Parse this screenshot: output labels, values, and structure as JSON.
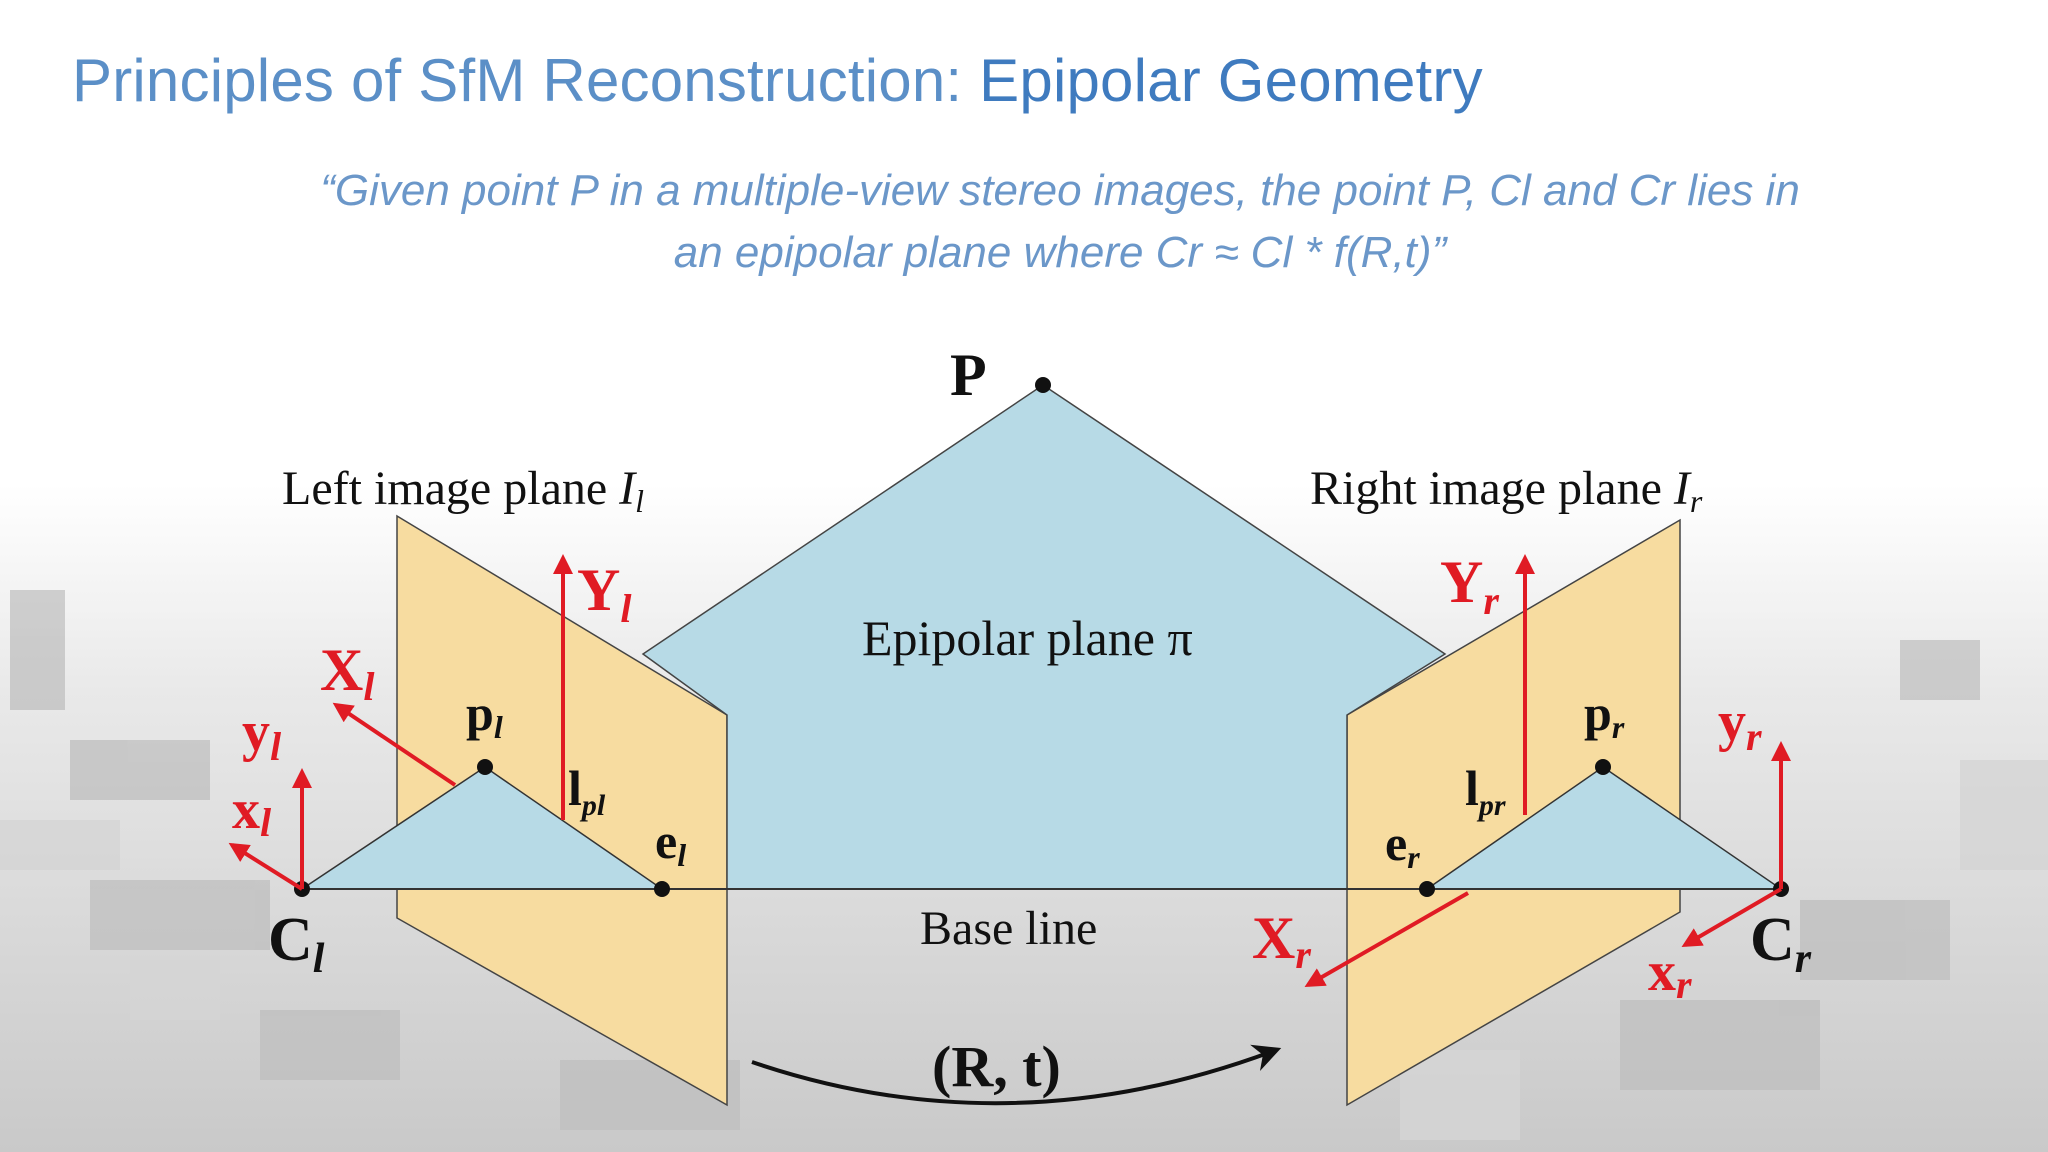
{
  "slide": {
    "title_prefix": "Principles of SfM Reconstruction: ",
    "title_highlight": "Epipolar Geometry",
    "quote_line1": "“Given point P in a multiple-view stereo images, the point P, Cl and Cr lies in",
    "quote_line2": "an epipolar plane where Cr ≈ Cl * f(R,t)”"
  },
  "diagram": {
    "point_label": "P",
    "left_plane_label": "Left image plane",
    "left_plane_sym": "I",
    "left_plane_sub": "l",
    "right_plane_label": "Right image plane",
    "right_plane_sym": "I",
    "right_plane_sub": "r",
    "epipolar_plane_label": "Epipolar plane π",
    "base_line_label": "Base line",
    "transform_label": "(R, t)",
    "left": {
      "Y": "Y",
      "Y_sub": "l",
      "X": "X",
      "X_sub": "l",
      "y": "y",
      "y_sub": "l",
      "x": "x",
      "x_sub": "l",
      "p": "p",
      "p_sub": "l",
      "l": "l",
      "l_sub": "pl",
      "e": "e",
      "e_sub": "l",
      "C": "C",
      "C_sub": "l"
    },
    "right": {
      "Y": "Y",
      "Y_sub": "r",
      "X": "X",
      "X_sub": "r",
      "y": "y",
      "y_sub": "r",
      "x": "x",
      "x_sub": "r",
      "p": "p",
      "p_sub": "r",
      "l": "l",
      "l_sub": "pr",
      "e": "e",
      "e_sub": "r",
      "C": "C",
      "C_sub": "r"
    }
  },
  "colors": {
    "title": "#5b8fc7",
    "title_highlight": "#3f7bbf",
    "image_plane": "#f7dca0",
    "epipolar_plane": "#b7dae6",
    "axis_red": "#e01b24"
  },
  "icons": [
    "faded-city-aerial-background"
  ]
}
